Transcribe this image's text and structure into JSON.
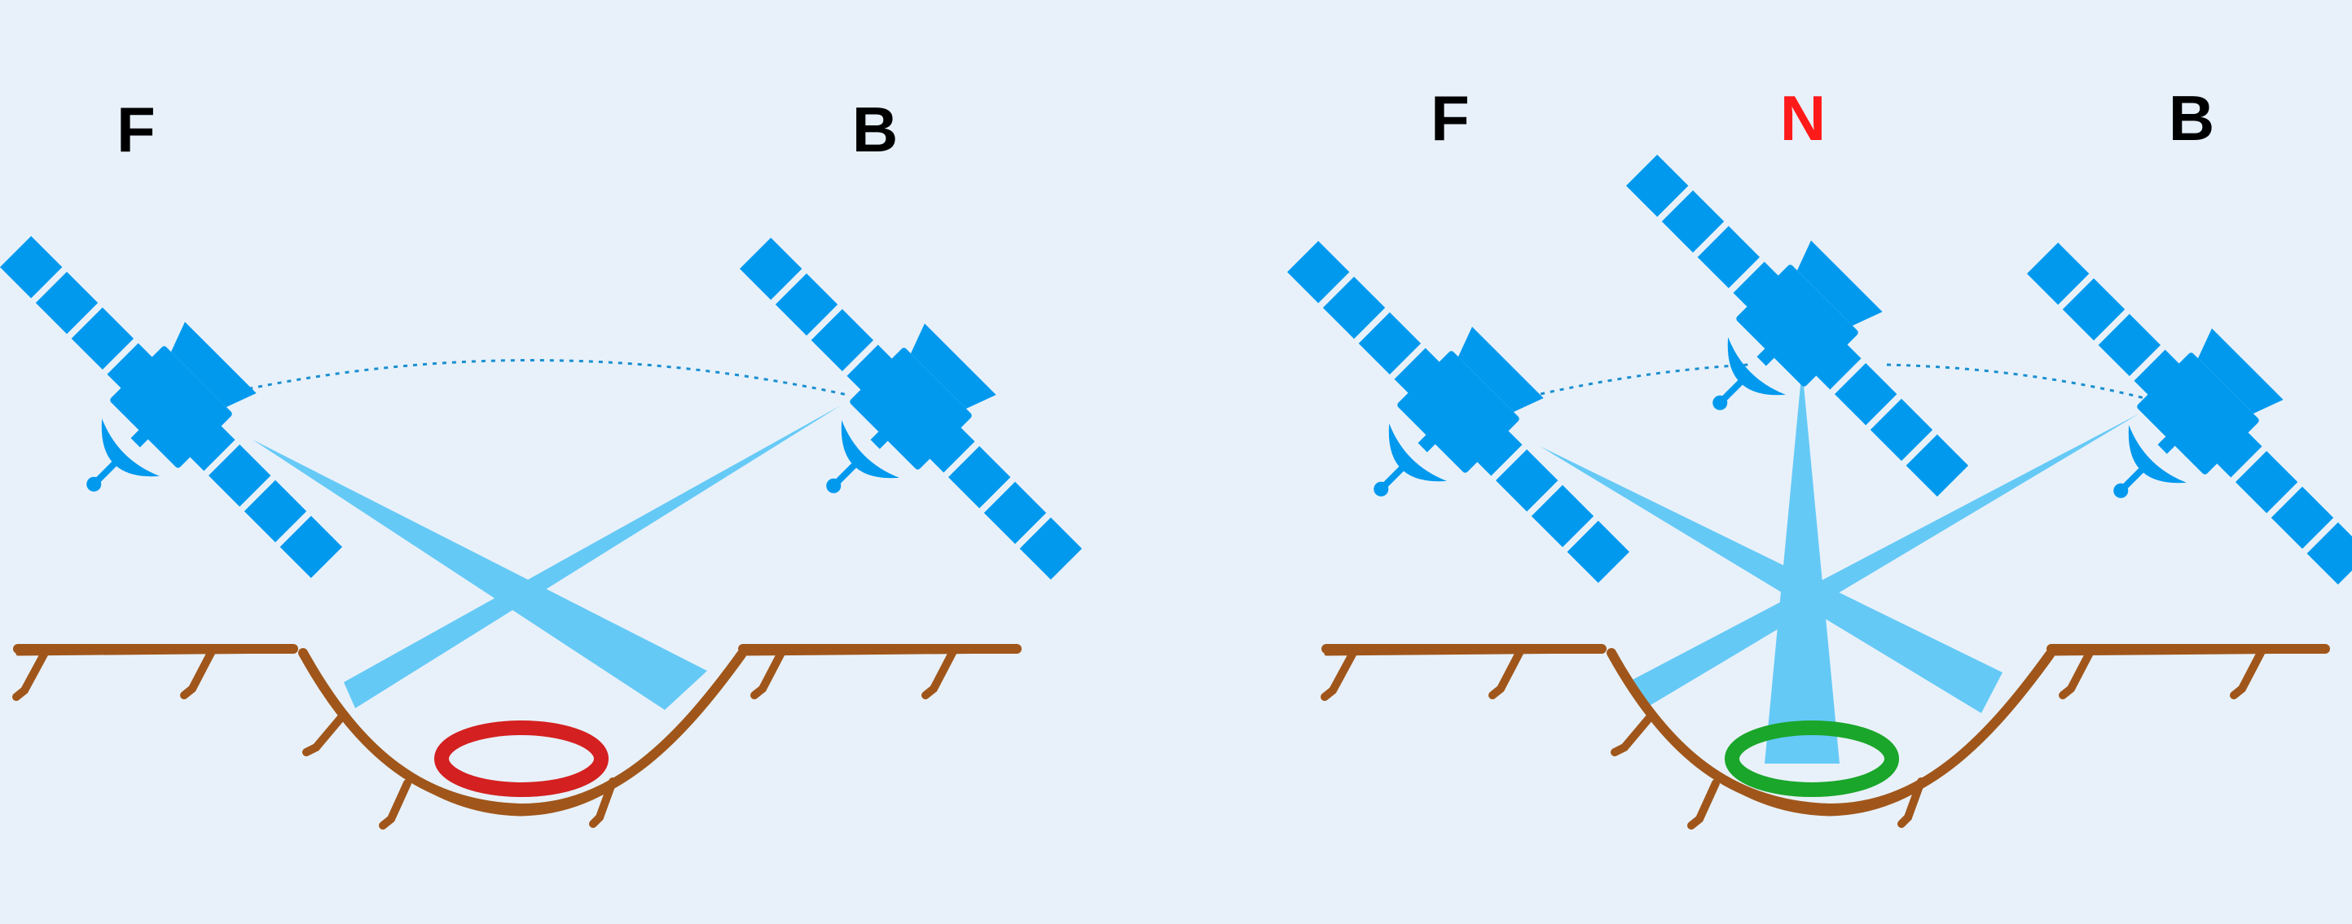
{
  "left_panel": {
    "label_f": "F",
    "label_b": "B"
  },
  "right_panel": {
    "label_f": "F",
    "label_n": "N",
    "label_b": "B"
  },
  "colors": {
    "background": "#e8f1fa",
    "satellite": "#0099ee",
    "beam": "#33bbf5",
    "terrain": "#a0561a",
    "ring_unobserved": "#d42020",
    "ring_observed": "#1aa62a",
    "label": "#000000",
    "label_highlight": "#ff1a1a"
  },
  "icons": {
    "satellite": "satellite-icon",
    "terrain": "crater-terrain",
    "target": "ring-target"
  }
}
